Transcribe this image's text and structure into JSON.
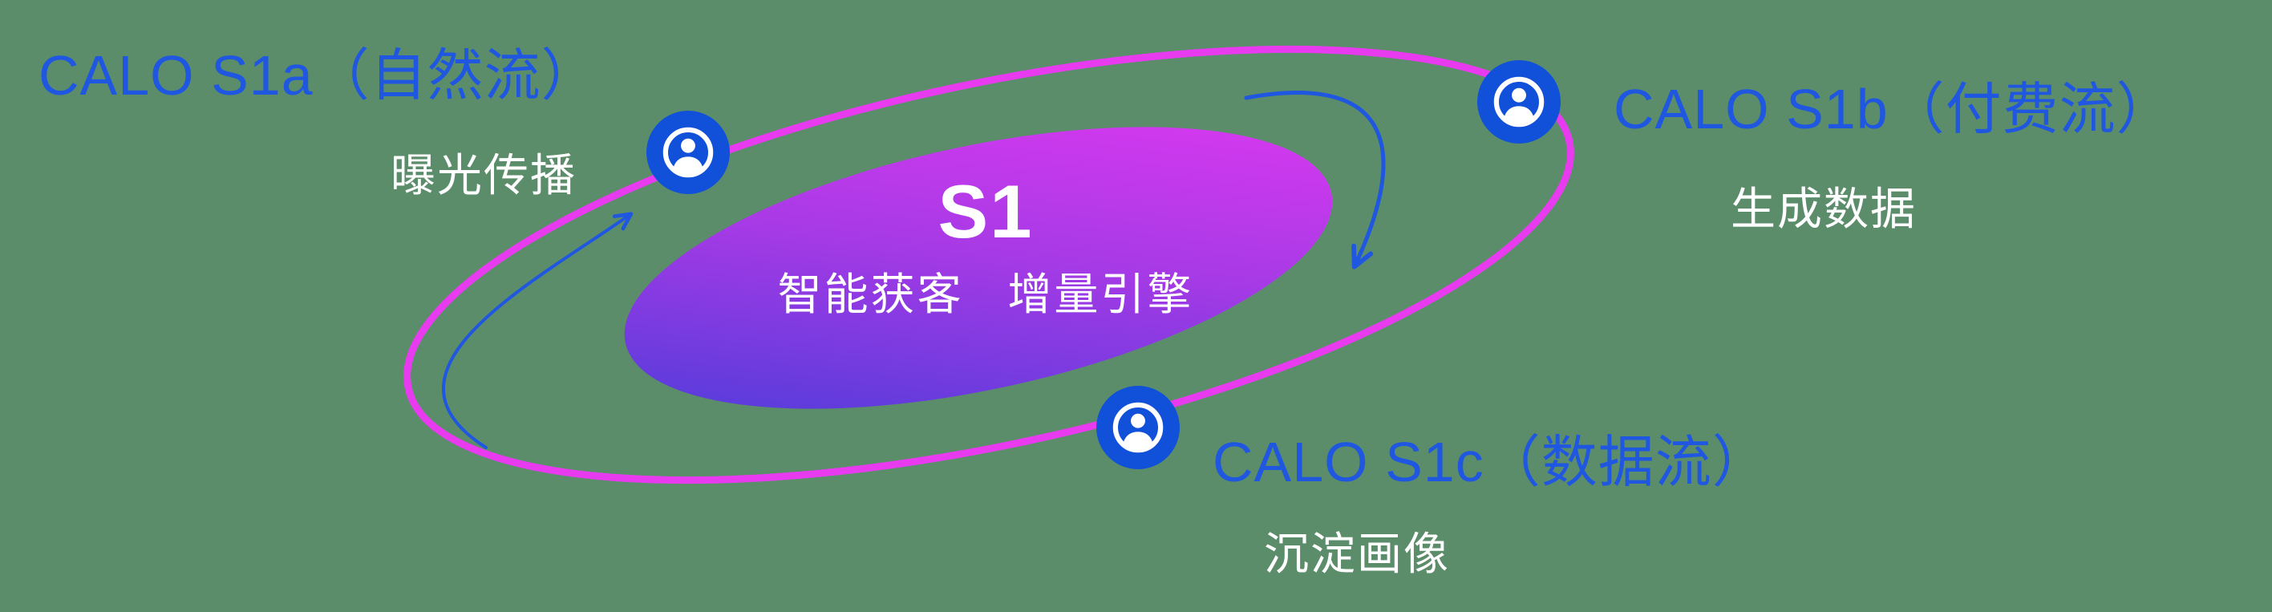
{
  "background": "#5b8d6b",
  "colors": {
    "label_blue": "#1f57e0",
    "white": "#ffffff",
    "node_fill": "#1150d8",
    "orbit_stroke": "#e83bf0",
    "arrow": "#1f57e0",
    "gradient_start": "#433cd8",
    "gradient_mid": "#a93ae6",
    "gradient_end": "#e438f2"
  },
  "center": {
    "title": "S1",
    "subtitle": "智能获客   增量引擎"
  },
  "nodes": [
    {
      "id": "s1a",
      "title": "CALO S1a（自然流）",
      "subtitle": "曝光传播",
      "icon": "user-circle-icon"
    },
    {
      "id": "s1b",
      "title": "CALO S1b（付费流）",
      "subtitle": "生成数据",
      "icon": "user-circle-icon"
    },
    {
      "id": "s1c",
      "title": "CALO S1c（数据流）",
      "subtitle": "沉淀画像",
      "icon": "user-circle-icon"
    }
  ]
}
